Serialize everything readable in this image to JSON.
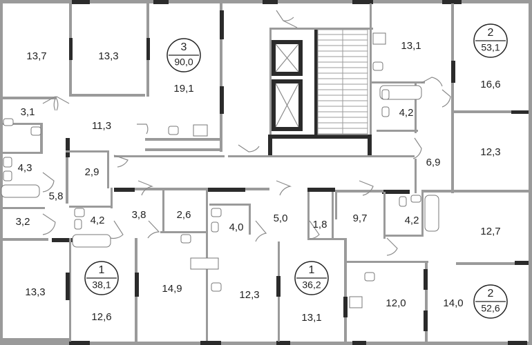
{
  "rooms": [
    {
      "id": "r1",
      "label": "13,7"
    },
    {
      "id": "r2",
      "label": "13,3"
    },
    {
      "id": "r3",
      "label": "19,1"
    },
    {
      "id": "r4",
      "label": "13,1"
    },
    {
      "id": "r5",
      "label": "16,6"
    },
    {
      "id": "r6",
      "label": "3,1"
    },
    {
      "id": "r7",
      "label": "11,3"
    },
    {
      "id": "r8",
      "label": "4,2"
    },
    {
      "id": "r9",
      "label": "4,3"
    },
    {
      "id": "r10",
      "label": "2,9"
    },
    {
      "id": "r11",
      "label": "6,9"
    },
    {
      "id": "r12",
      "label": "12,3"
    },
    {
      "id": "r13",
      "label": "5,8"
    },
    {
      "id": "r14",
      "label": "3,2"
    },
    {
      "id": "r15",
      "label": "4,2"
    },
    {
      "id": "r16",
      "label": "3,8"
    },
    {
      "id": "r17",
      "label": "2,6"
    },
    {
      "id": "r18",
      "label": "4,0"
    },
    {
      "id": "r19",
      "label": "5,0"
    },
    {
      "id": "r20",
      "label": "1,8"
    },
    {
      "id": "r21",
      "label": "9,7"
    },
    {
      "id": "r22",
      "label": "4,2"
    },
    {
      "id": "r23",
      "label": "12,7"
    },
    {
      "id": "r24",
      "label": "13,3"
    },
    {
      "id": "r25",
      "label": "14,9"
    },
    {
      "id": "r26",
      "label": "12,3"
    },
    {
      "id": "r27",
      "label": "12,6"
    },
    {
      "id": "r28",
      "label": "13,1"
    },
    {
      "id": "r29",
      "label": "12,0"
    },
    {
      "id": "r30",
      "label": "14,0"
    }
  ],
  "apartments": [
    {
      "id": "a1",
      "rooms": "3",
      "area": "90,0"
    },
    {
      "id": "a2",
      "rooms": "2",
      "area": "53,1"
    },
    {
      "id": "a3",
      "rooms": "1",
      "area": "38,1"
    },
    {
      "id": "a4",
      "rooms": "1",
      "area": "36,2"
    },
    {
      "id": "a5",
      "rooms": "2",
      "area": "52,6"
    }
  ],
  "colors": {
    "wall": "#9a9a9a",
    "structure": "#2b2b2b",
    "background": "#ffffff",
    "text": "#222222"
  }
}
